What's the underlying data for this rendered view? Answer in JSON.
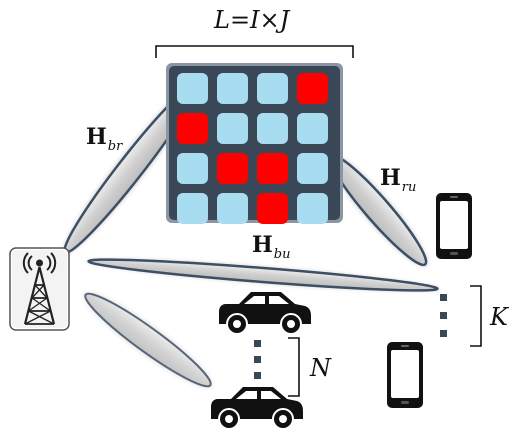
{
  "ris": {
    "formula": "L=I×J",
    "grid": [
      [
        0,
        0,
        0,
        1
      ],
      [
        1,
        0,
        0,
        0
      ],
      [
        0,
        1,
        1,
        0
      ],
      [
        0,
        0,
        1,
        0
      ]
    ],
    "colors": {
      "frame": "#3a4756",
      "inactive": "#a8dcf0",
      "active": "#ff0000"
    }
  },
  "channels": {
    "br": {
      "main": "H",
      "sub": "br"
    },
    "ru": {
      "main": "H",
      "sub": "ru"
    },
    "bu": {
      "main": "H",
      "sub": "bu"
    }
  },
  "labels": {
    "users_count": "K",
    "vehicles_count": "N"
  },
  "icons": [
    "base-station-icon",
    "smartphone-icon",
    "car-icon"
  ]
}
